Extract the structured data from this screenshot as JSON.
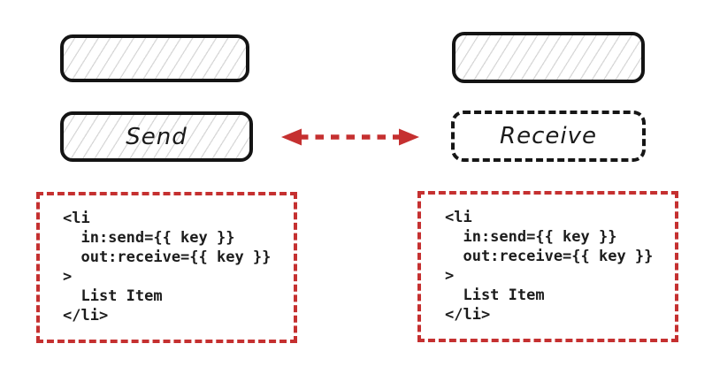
{
  "panels": {
    "left": {
      "button_label": "Send",
      "code": "<li\n  in:send={{ key }}\n  out:receive={{ key }}\n>\n  List Item\n</li>"
    },
    "right": {
      "button_label": "Receive",
      "code": "<li\n  in:send={{ key }}\n  out:receive={{ key }}\n>\n  List Item\n</li>"
    }
  },
  "colors": {
    "arrow_red": "#c53030",
    "code_box_red": "#c53030",
    "outline_black": "#141414",
    "hatch_gray": "#d8d8d8"
  }
}
